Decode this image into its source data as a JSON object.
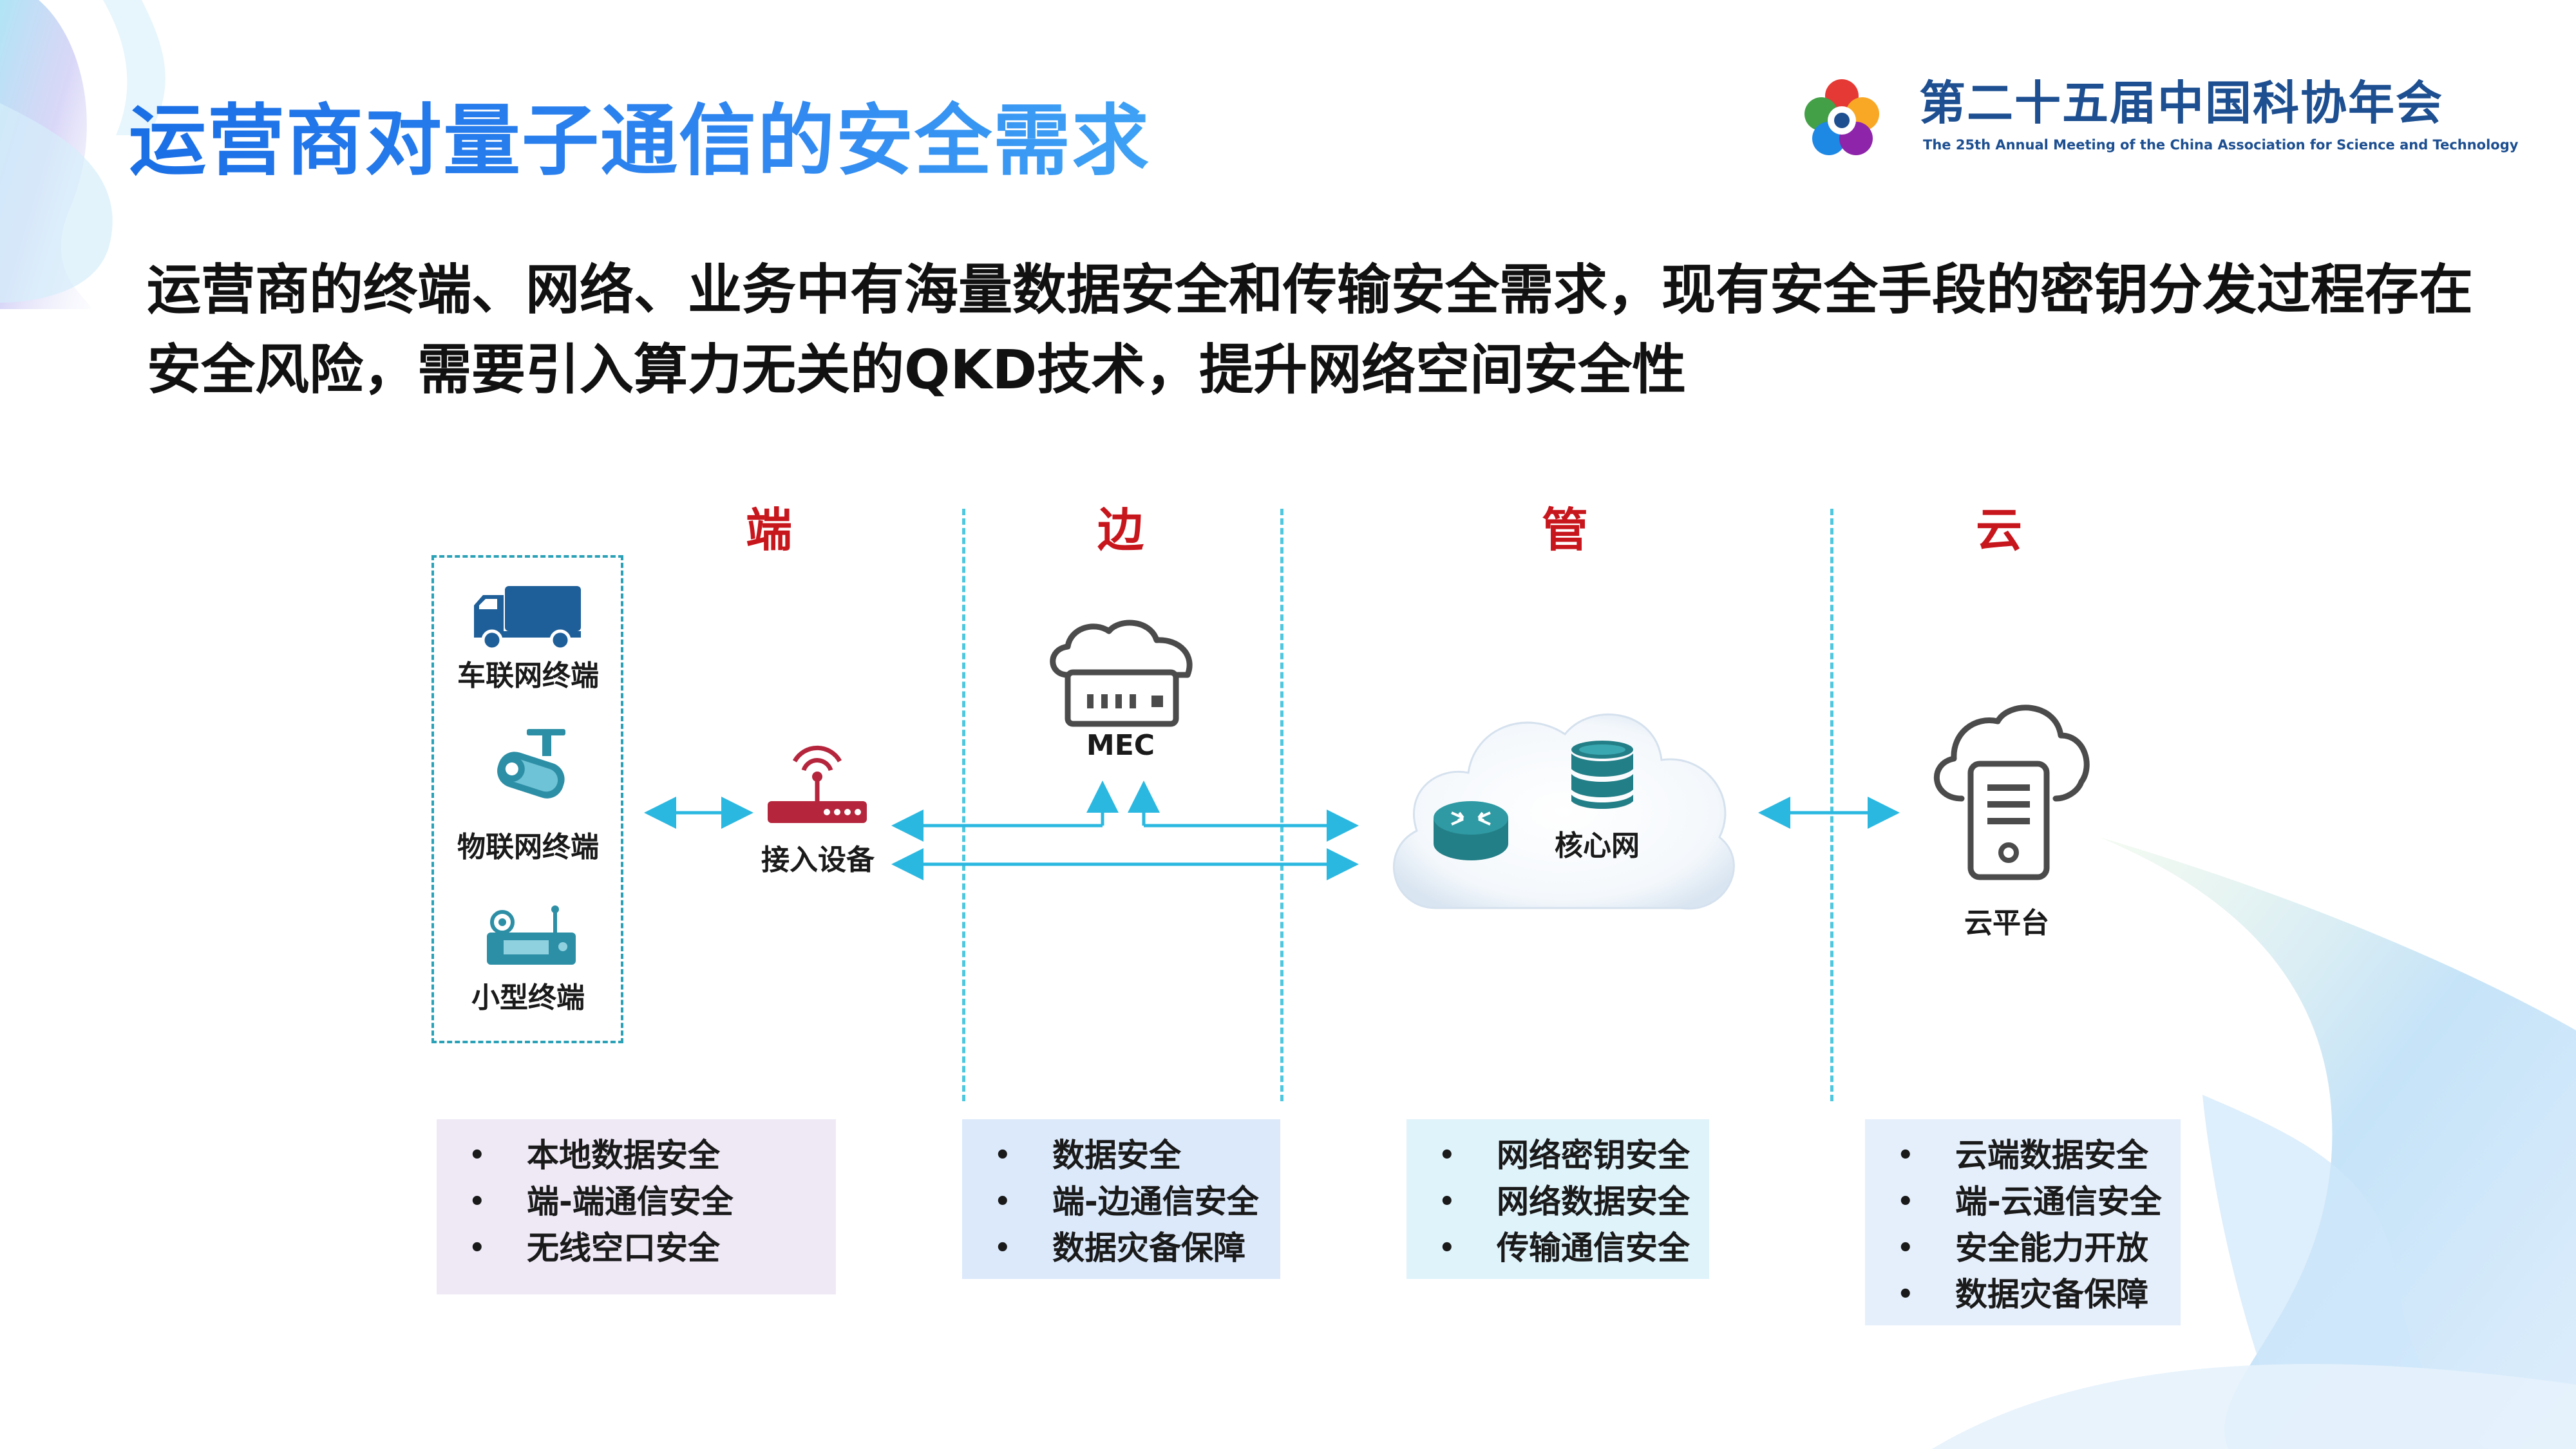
{
  "slide": {
    "title": "运营商对量子通信的安全需求",
    "intro_lines": [
      "运营商的终端、网络、业务中有海量数据安全和传输安全需求，现有安全手段的密钥分发过程存在",
      "安全风险，需要引入算力无关的QKD技术，提升网络空间安全性"
    ]
  },
  "logo": {
    "cn": "第二十五届中国科协年会",
    "en": "The 25th Annual Meeting of the China Association for Science and Technology"
  },
  "zones": [
    "端",
    "边",
    "管",
    "云"
  ],
  "nodes": {
    "terminals": [
      "车联网终端",
      "物联网终端",
      "小型终端"
    ],
    "access": "接入设备",
    "mec": "MEC",
    "core": "核心网",
    "cloud": "云平台"
  },
  "requirements": {
    "terminal": [
      "本地数据安全",
      "端-端通信安全",
      "无线空口安全"
    ],
    "edge": [
      "数据安全",
      "端-边通信安全",
      "数据灾备保障"
    ],
    "pipe": [
      "网络密钥安全",
      "网络数据安全",
      "传输通信安全"
    ],
    "cloud": [
      "云端数据安全",
      "端-云通信安全",
      "安全能力开放",
      "数据灾备保障"
    ]
  },
  "colors": {
    "title_blue": "#1b6fe6",
    "zone_red": "#c8161d",
    "arrow": "#2bb8e0",
    "box_terminal": "#efe9f6",
    "box_edge": "#dbe9fb",
    "box_pipe": "#dff3fb",
    "box_cloud": "#e5effb"
  },
  "icons": [
    "truck-icon",
    "camera-icon",
    "router-device-icon",
    "wifi-router-icon",
    "cloud-server-icon",
    "cloud-icon",
    "switch-icon",
    "database-icon",
    "cloud-platform-icon",
    "logo-emblem-icon"
  ]
}
